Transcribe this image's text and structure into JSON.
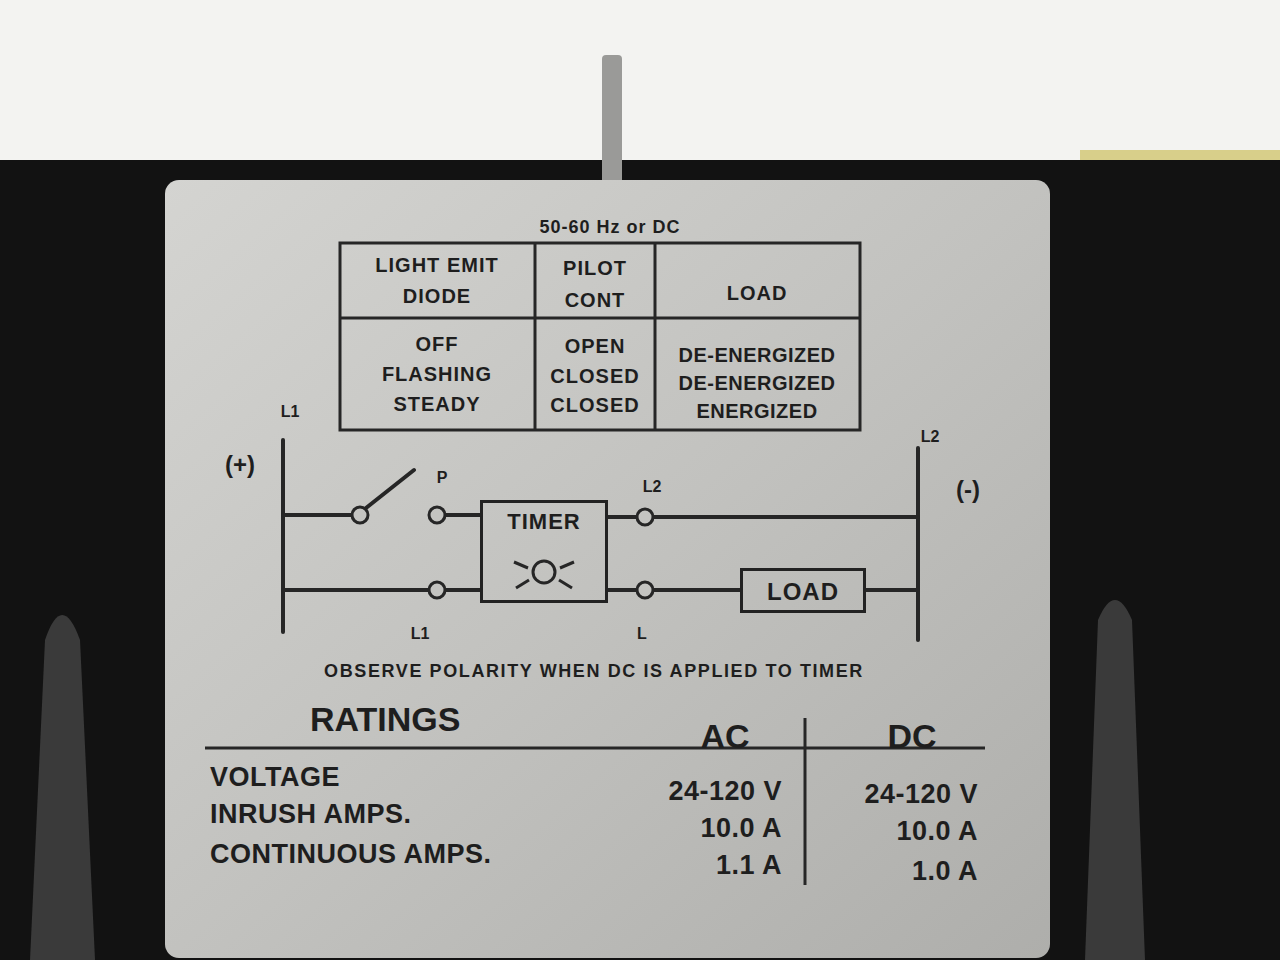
{
  "diagram": {
    "nodes": [
      {
        "text": [
          "TIMER"
        ]
      },
      {
        "text": [
          "LOAD"
        ]
      }
    ],
    "edges": [
      {
        "from": 0,
        "to": 1,
        "arrow": "none"
      }
    ],
    "labels": [
      "50-60 Hz or DC",
      "LIGHT EMIT",
      "DIODE",
      "PILOT",
      "CONT",
      "LOAD",
      "OFF",
      "FLASHING",
      "STEADY",
      "OPEN",
      "CLOSED",
      "CLOSED",
      "DE-ENERGIZED",
      "DE-ENERGIZED",
      "ENERGIZED",
      "L1",
      "(+)",
      "P",
      "L2",
      "L1",
      "L",
      "L2",
      "(-)",
      "OBSERVE POLARITY WHEN DC IS APPLIED TO TIMER",
      "RATINGS",
      "AC",
      "DC",
      "VOLTAGE",
      "INRUSH AMPS.",
      "CONTINUOUS AMPS.",
      "24-120 V",
      "10.0 A",
      "1.1 A",
      "24-120 V",
      "10.0 A",
      "1.0 A"
    ]
  }
}
